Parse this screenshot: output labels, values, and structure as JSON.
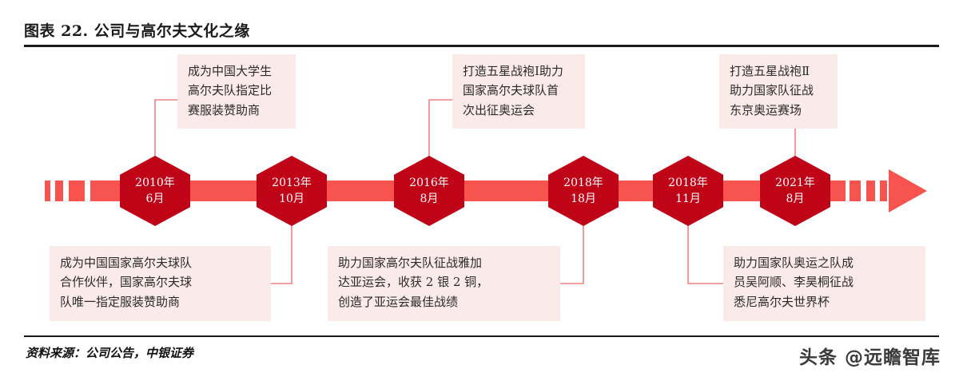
{
  "header": {
    "title": "图表 22. 公司与高尔夫文化之缘"
  },
  "footer": {
    "source": "资料来源：公司公告，中银证券",
    "watermark": "头条 @远瞻智库"
  },
  "colors": {
    "hexagon": "#C00418",
    "bar": "#F7544F",
    "box_bg": "#FAEAE8",
    "connector": "#F08080",
    "rule": "#1a1a1a"
  },
  "timeline": {
    "nodes": [
      {
        "line1": "2010年",
        "line2": "6月"
      },
      {
        "line1": "2013年",
        "line2": "10月"
      },
      {
        "line1": "2016年",
        "line2": "8月"
      },
      {
        "line1": "2018年",
        "line2": "18月"
      },
      {
        "line1": "2018年",
        "line2": "11月"
      },
      {
        "line1": "2021年",
        "line2": "8月"
      }
    ],
    "callouts_top": [
      {
        "lines": [
          "成为中国大学生",
          "高尔夫队指定比",
          "赛服装赞助商"
        ],
        "node": 0
      },
      {
        "lines": [
          "打造五星战袍I助力",
          "国家高尔夫球队首",
          "次出征奥运会"
        ],
        "node": 2
      },
      {
        "lines": [
          "打造五星战袍Ⅱ",
          "助力国家队征战",
          "东京奥运赛场"
        ],
        "node": 5
      }
    ],
    "callouts_bottom": [
      {
        "lines": [
          "成为中国国家高尔夫球队",
          "合作伙伴，国家高尔夫球",
          "队唯一指定服装赞助商"
        ],
        "node": 1
      },
      {
        "lines": [
          "助力国家高尔夫队征战雅加",
          "达亚运会，收获 2 银 2 铜，",
          "创造了亚运会最佳战绩"
        ],
        "node": 3
      },
      {
        "lines": [
          "助力国家队奥运之队成",
          "员吴阿顺、李昊桐征战",
          "悉尼高尔夫世界杯"
        ],
        "node": 4
      }
    ]
  }
}
